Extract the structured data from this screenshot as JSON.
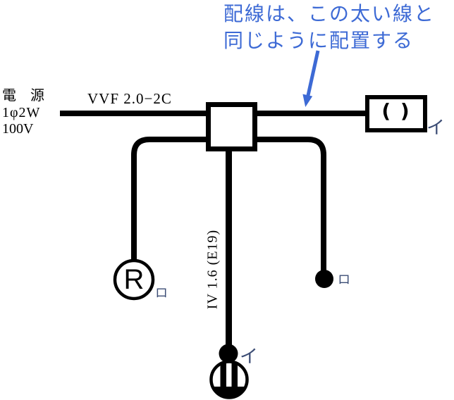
{
  "annotation": {
    "line1": "配線は、この太い線と",
    "line2": "同じように配置する",
    "color": "#3d6ad5"
  },
  "power_source": {
    "line1": "電　源",
    "line2": "1φ2W",
    "line3": "100V"
  },
  "cable_label": "VVF 2.0−2C",
  "conduit_label": "IV 1.6 (E19)",
  "devices": {
    "ceiling_rosette": {
      "symbol": "( )",
      "label": "イ"
    },
    "lamp_receptacle": {
      "letter": "R",
      "label": "ロ"
    },
    "switch_ro": {
      "label": "ロ"
    },
    "switch_i": {
      "label": "イ"
    }
  },
  "colors": {
    "line": "#000000",
    "annotation_blue": "#3d6ad5",
    "handwriting": "#3c4d75",
    "background": "#ffffff"
  }
}
